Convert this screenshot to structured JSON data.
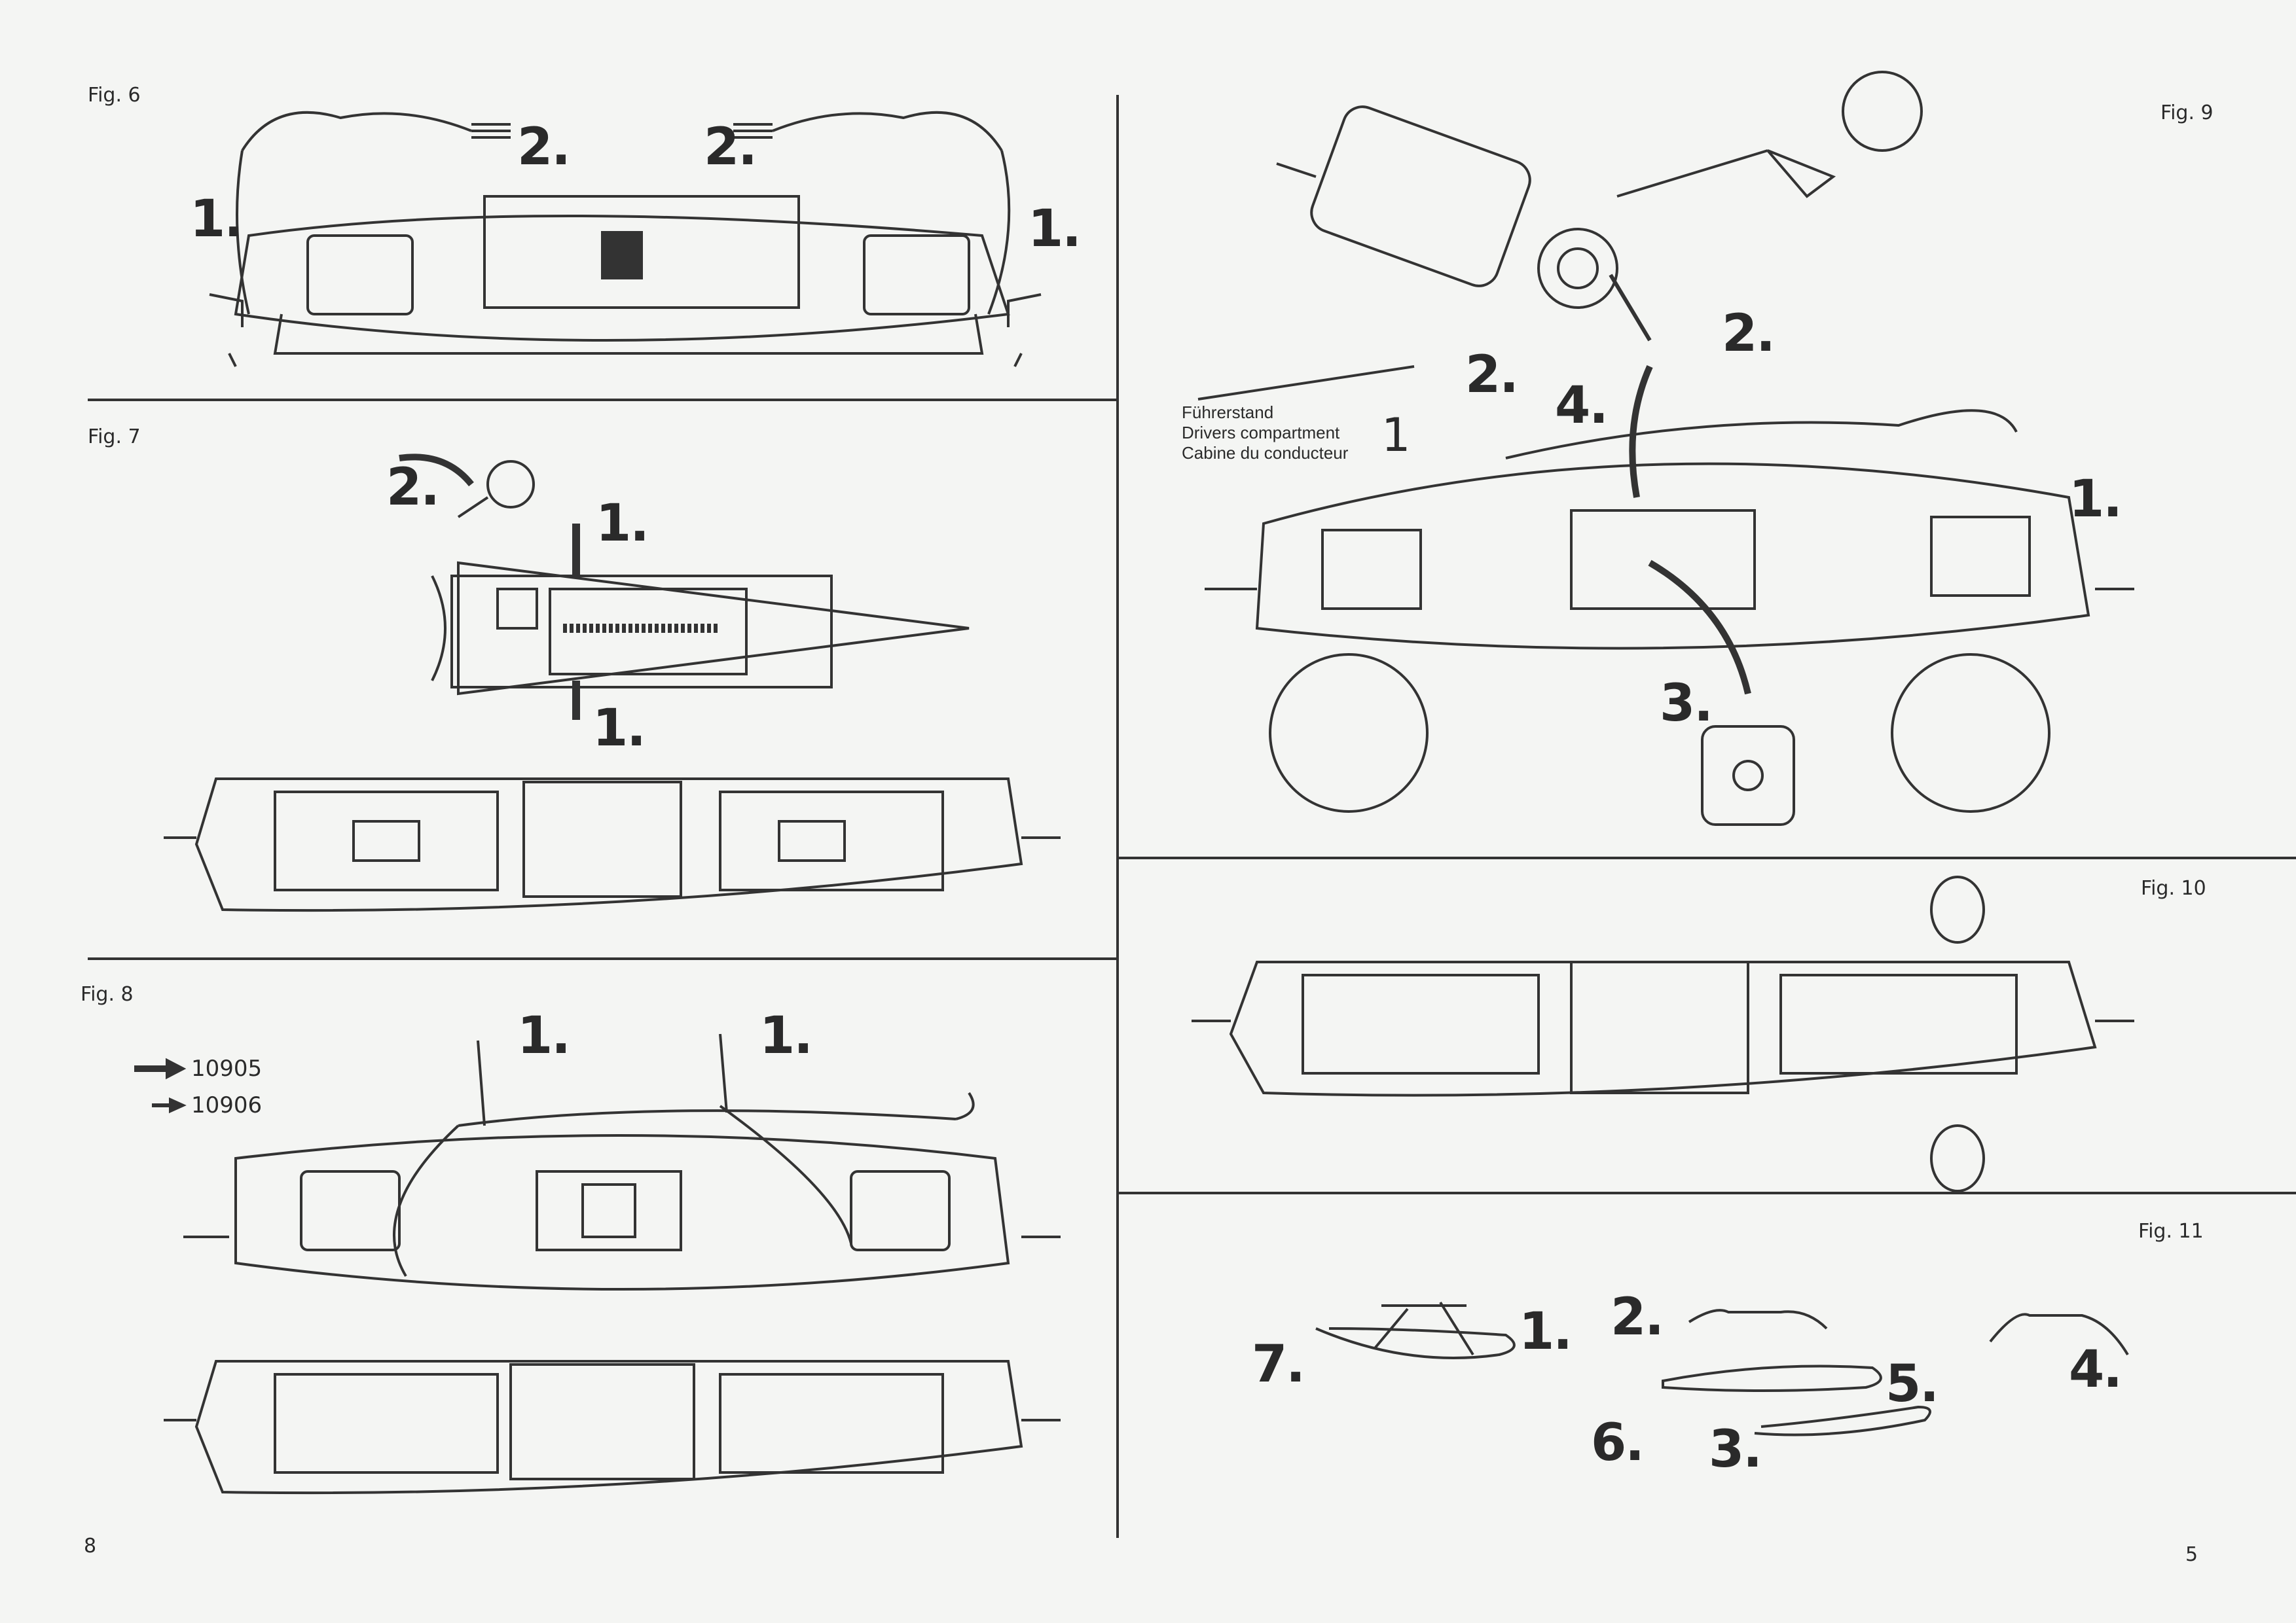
{
  "left_page": {
    "page_number": "8",
    "fig6": {
      "label": "Fig. 6",
      "steps": [
        "1.",
        "2.",
        "2.",
        "1."
      ]
    },
    "fig7": {
      "label": "Fig. 7",
      "steps": [
        "2.",
        "1.",
        "1."
      ]
    },
    "fig8": {
      "label": "Fig. 8",
      "steps": [
        "1.",
        "1."
      ],
      "legend": [
        {
          "arrow": "thick-arrow",
          "text": "10905"
        },
        {
          "arrow": "thin-arrow",
          "text": "10906"
        }
      ]
    }
  },
  "right_page": {
    "page_number": "5",
    "fig9": {
      "label": "Fig. 9",
      "steps": [
        "2.",
        "2.",
        "4.",
        "1.",
        "3."
      ],
      "callout": {
        "lines": [
          "Führerstand",
          "Drivers compartment",
          "Cabine du conducteur"
        ],
        "number": "1"
      }
    },
    "fig10": {
      "label": "Fig. 10"
    },
    "fig11": {
      "label": "Fig. 11",
      "steps": [
        "1.",
        "7.",
        "2.",
        "5.",
        "6.",
        "3.",
        "4."
      ]
    }
  },
  "colors": {
    "paper": "#f4f5f3",
    "ink": "#2a2a2a"
  }
}
